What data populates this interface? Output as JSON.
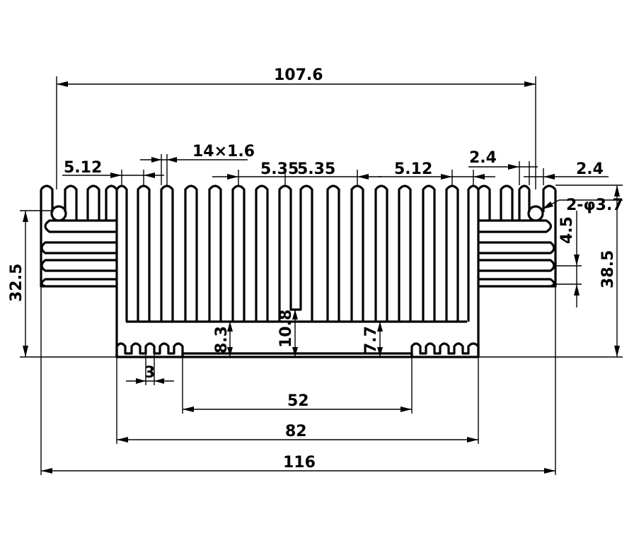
{
  "dimensions": {
    "overall_top": "107.6",
    "fin_count": "14×1.6",
    "pitch_left": "5.12",
    "pitch_center_left": "5.35",
    "pitch_center_right": "5.35",
    "pitch_right": "5.12",
    "fin_gap_a": "2.4",
    "fin_gap_b": "2.4",
    "holes": "2-φ3.7",
    "rib_spacing": "4.5",
    "height_right": "38.5",
    "height_left": "32.5",
    "depth_left": "8.3",
    "depth_center": "10.8",
    "depth_right": "7.7",
    "small_fin_pitch": "3",
    "channel_width": "52",
    "base_width": "82",
    "overall_bottom": "116"
  }
}
